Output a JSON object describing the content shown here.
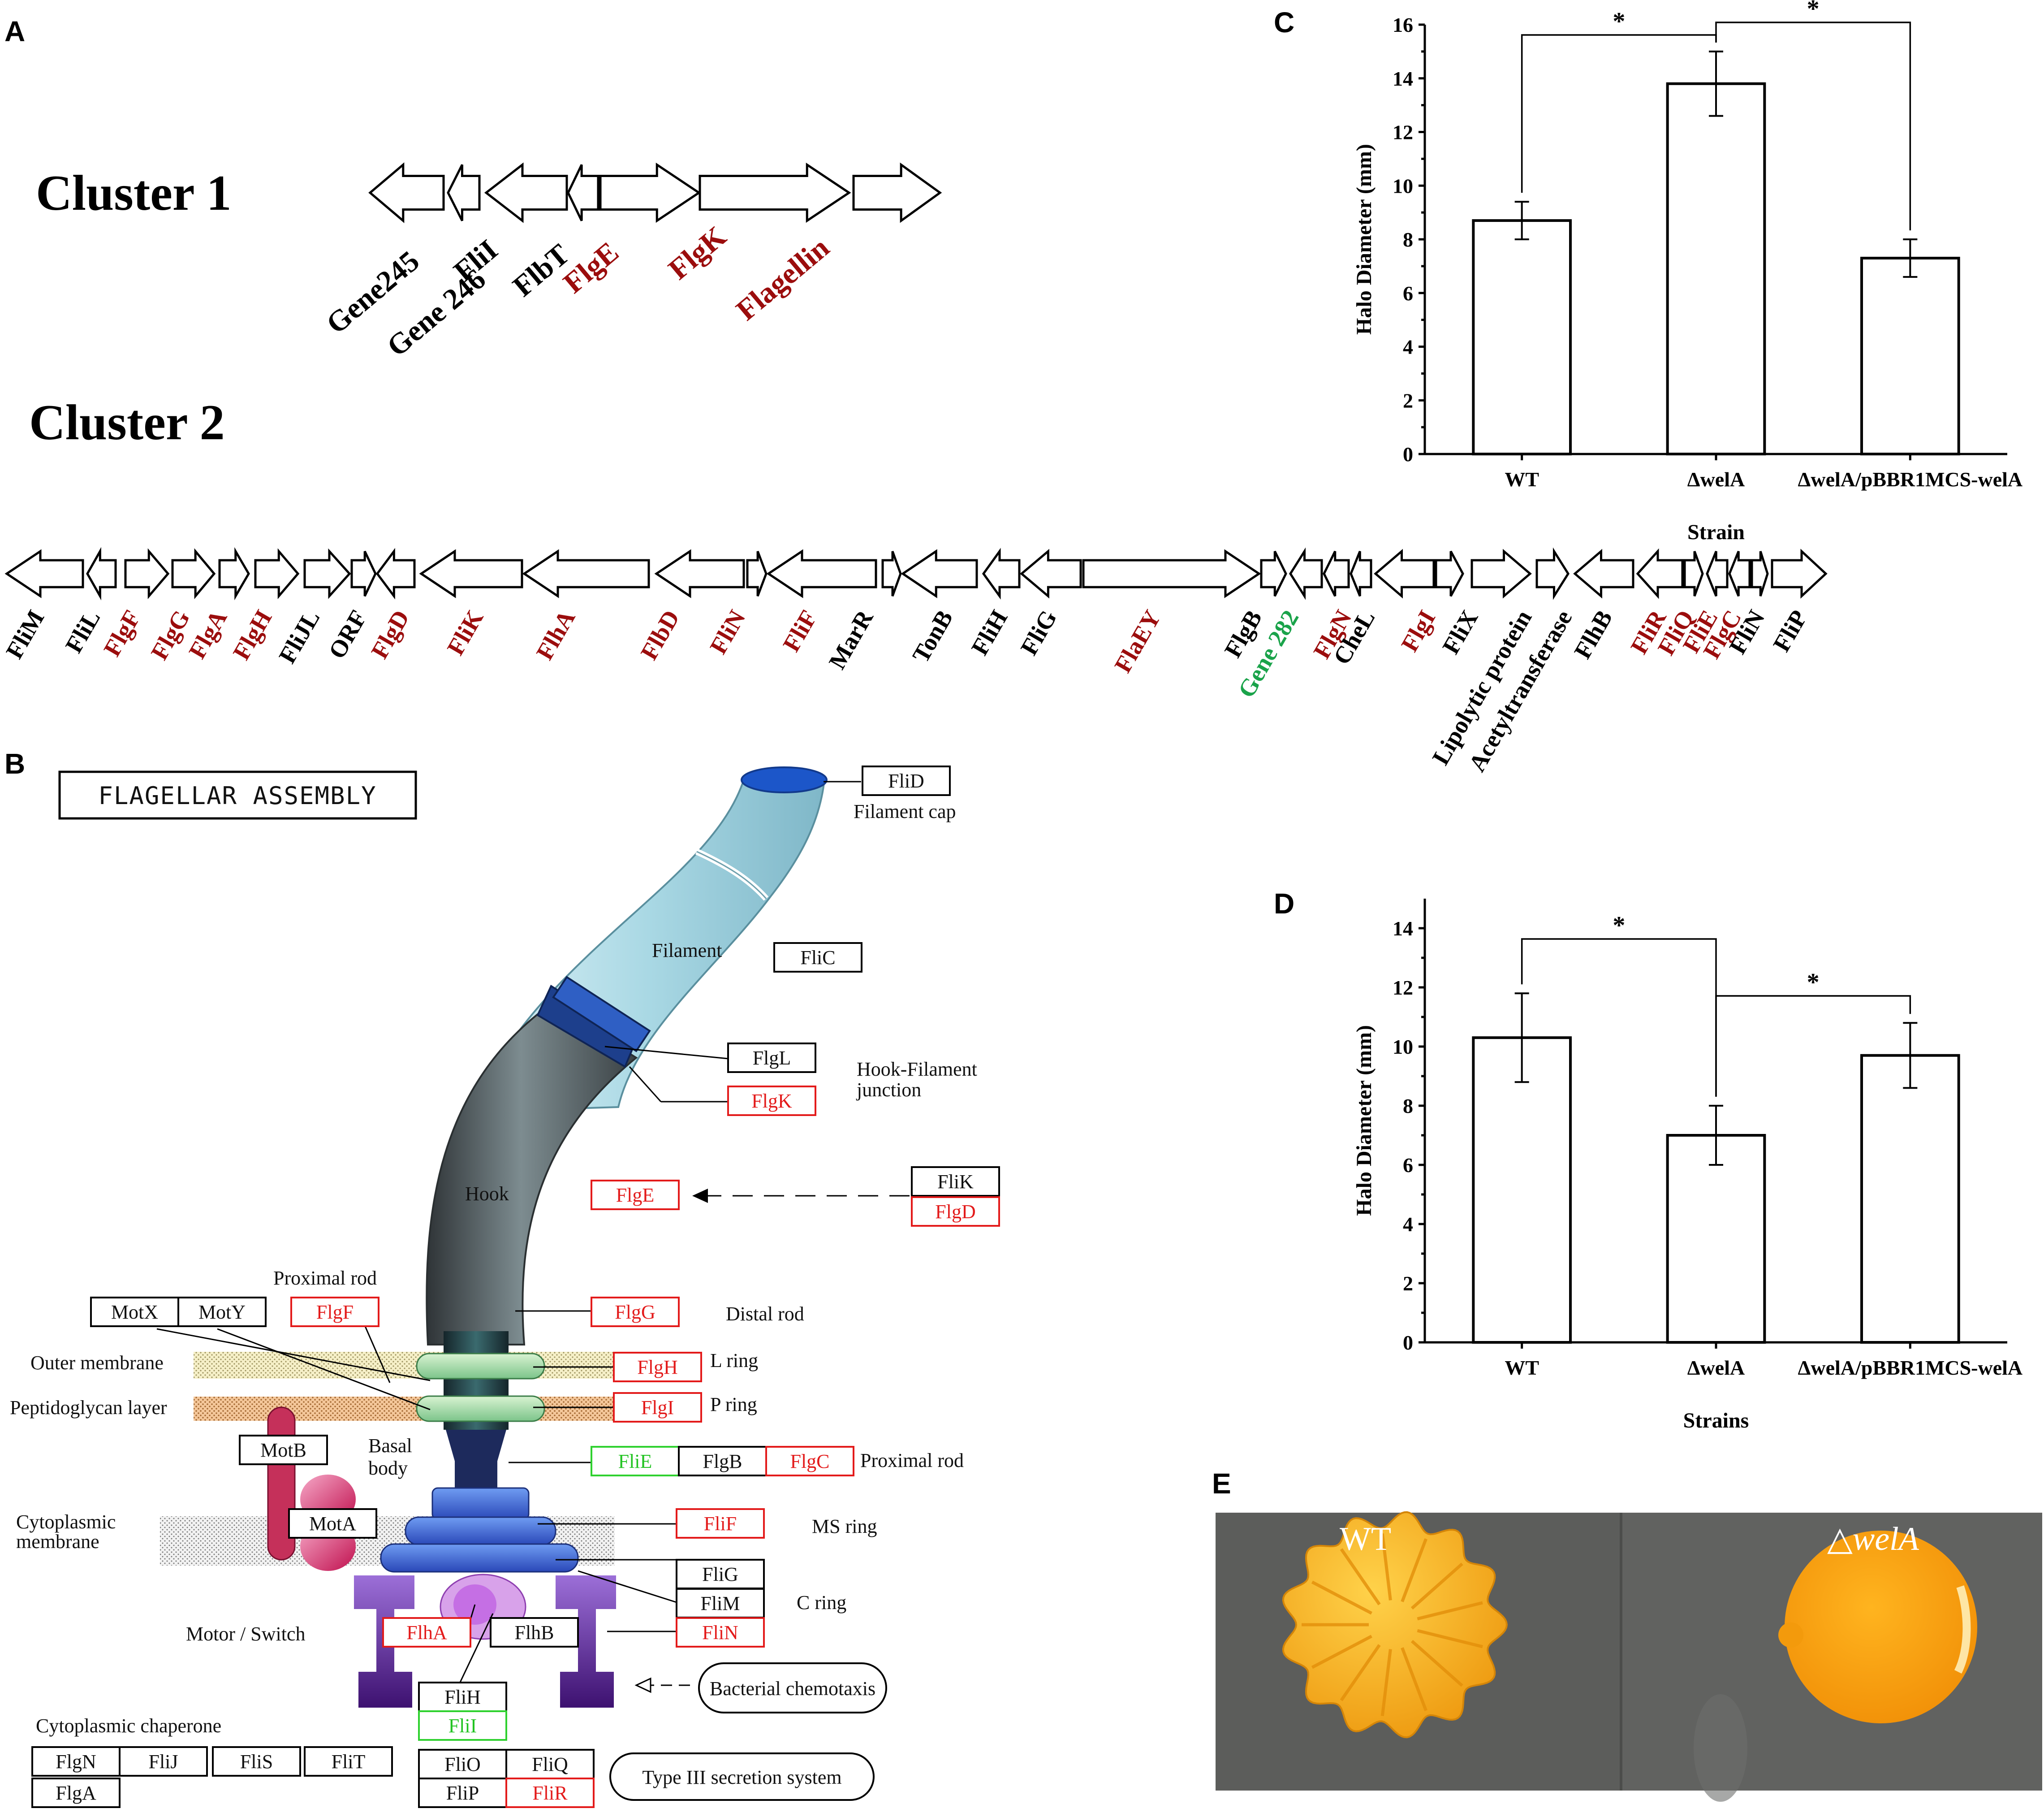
{
  "panels": {
    "a": "A",
    "b": "B",
    "c": "C",
    "d": "D",
    "e": "E"
  },
  "cluster1": {
    "title": "Cluster 1",
    "genes": [
      {
        "name": "Gene245",
        "color": "black"
      },
      {
        "name": "Gene 246",
        "color": "black"
      },
      {
        "name": "FliI",
        "color": "black"
      },
      {
        "name": "FlbT",
        "color": "black"
      },
      {
        "name": "FlgE",
        "color": "red"
      },
      {
        "name": "FlgK",
        "color": "red"
      },
      {
        "name": "Flagellin",
        "color": "red"
      }
    ]
  },
  "cluster2": {
    "title": "Cluster 2",
    "genes": [
      {
        "name": "FliM",
        "color": "black"
      },
      {
        "name": "FliL",
        "color": "black"
      },
      {
        "name": "FlgF",
        "color": "red"
      },
      {
        "name": "FlgG",
        "color": "red"
      },
      {
        "name": "FlgA",
        "color": "red"
      },
      {
        "name": "FlgH",
        "color": "red"
      },
      {
        "name": "FliJL",
        "color": "black"
      },
      {
        "name": "ORF",
        "color": "black"
      },
      {
        "name": "FlgD",
        "color": "red"
      },
      {
        "name": "FliK",
        "color": "red"
      },
      {
        "name": "FlhA",
        "color": "red"
      },
      {
        "name": "FlbD",
        "color": "red"
      },
      {
        "name": "FliN",
        "color": "red"
      },
      {
        "name": "FliF",
        "color": "red"
      },
      {
        "name": "MarR",
        "color": "black"
      },
      {
        "name": "TonB",
        "color": "black"
      },
      {
        "name": "FliH",
        "color": "black"
      },
      {
        "name": "FliG",
        "color": "black"
      },
      {
        "name": "FlaEY",
        "color": "red"
      },
      {
        "name": "FlgB",
        "color": "black"
      },
      {
        "name": "Gene 282",
        "color": "green"
      },
      {
        "name": "FlgN",
        "color": "red"
      },
      {
        "name": "CheL",
        "color": "black"
      },
      {
        "name": "FlgI",
        "color": "red"
      },
      {
        "name": "FliX",
        "color": "black"
      },
      {
        "name": "Lipolytic protein",
        "color": "black"
      },
      {
        "name": "Acetyltransferase",
        "color": "black"
      },
      {
        "name": "FlhB",
        "color": "black"
      },
      {
        "name": "FliR",
        "color": "red"
      },
      {
        "name": "FliQ",
        "color": "red"
      },
      {
        "name": "FliE",
        "color": "red"
      },
      {
        "name": "FlgC",
        "color": "red"
      },
      {
        "name": "FliN",
        "color": "black"
      },
      {
        "name": "FliP",
        "color": "black"
      }
    ]
  },
  "pathway": {
    "title": "FLAGELLAR ASSEMBLY",
    "structure_labels": {
      "filament_cap": "Filament cap",
      "filament": "Filament",
      "hook_filament_junction": "Hook-Filament\njunction",
      "hook": "Hook",
      "proximal_rod_top": "Proximal rod",
      "distal_rod": "Distal rod",
      "outer_membrane": "Outer membrane",
      "l_ring": "L ring",
      "peptidoglycan": "Peptidoglycan layer",
      "p_ring": "P ring",
      "basal_body": "Basal\nbody",
      "proximal_rod": "Proximal rod",
      "cytoplasmic_membrane": "Cytoplasmic\nmembrane",
      "ms_ring": "MS ring",
      "c_ring": "C ring",
      "motor_switch": "Motor / Switch",
      "cytoplasmic_chaperone": "Cytoplasmic chaperone",
      "bacterial_chemotaxis": "Bacterial chemotaxis",
      "type_iii": "Type III secretion system"
    },
    "proteins": {
      "FliD": "FliD",
      "FliC": "FliC",
      "FlgL": "FlgL",
      "FlgK": "FlgK",
      "FlgE": "FlgE",
      "FliK": "FliK",
      "FlgD": "FlgD",
      "MotX": "MotX",
      "MotY": "MotY",
      "FlgF": "FlgF",
      "FlgG": "FlgG",
      "FlgH": "FlgH",
      "FlgI": "FlgI",
      "MotB": "MotB",
      "FliE": "FliE",
      "FlgB": "FlgB",
      "FlgC": "FlgC",
      "MotA": "MotA",
      "FliF": "FliF",
      "FliG": "FliG",
      "FliM": "FliM",
      "FliN": "FliN",
      "FlhA": "FlhA",
      "FlhB": "FlhB",
      "FliH": "FliH",
      "FliI": "FliI",
      "FliO": "FliO",
      "FliQ": "FliQ",
      "FliP": "FliP",
      "FliR": "FliR",
      "FlgN": "FlgN",
      "FliJ": "FliJ",
      "FliS": "FliS",
      "FliT": "FliT",
      "FlgA": "FlgA"
    },
    "colors": {
      "red": "#e31b1b",
      "green": "#22c322",
      "black": "#000000"
    }
  },
  "chart_data": [
    {
      "type": "bar",
      "panel": "C",
      "categories": [
        "WT",
        "ΔwelA",
        "ΔwelA/pBBR1MCS-welA"
      ],
      "values": [
        8.7,
        13.8,
        7.3
      ],
      "errors": [
        0.7,
        1.2,
        0.7
      ],
      "xlabel": "Strain",
      "ylabel": "Halo Diameter (mm)",
      "ylim": [
        0,
        16
      ],
      "yticks": [
        0,
        2,
        4,
        6,
        8,
        10,
        12,
        14,
        16
      ],
      "significance": [
        {
          "from": 0,
          "to": 1,
          "label": "*"
        },
        {
          "from": 1,
          "to": 2,
          "label": "*"
        }
      ]
    },
    {
      "type": "bar",
      "panel": "D",
      "categories": [
        "WT",
        "ΔwelA",
        "ΔwelA/pBBR1MCS-welA"
      ],
      "values": [
        10.3,
        7.0,
        9.7
      ],
      "errors": [
        1.5,
        1.0,
        1.1
      ],
      "xlabel": "Strains",
      "ylabel": "Halo Diameter (mm)",
      "ylim": [
        0,
        15
      ],
      "yticks": [
        0,
        2,
        4,
        6,
        8,
        10,
        12,
        14
      ],
      "significance": [
        {
          "from": 0,
          "to": 1,
          "label": "*"
        },
        {
          "from": 1,
          "to": 2,
          "label": "*"
        }
      ]
    }
  ],
  "photo": {
    "label_left": "WT",
    "label_right": "△",
    "label_right_italic": "welA",
    "bg_color": "#5b5c5a",
    "colony_color": "#f4a81c"
  }
}
